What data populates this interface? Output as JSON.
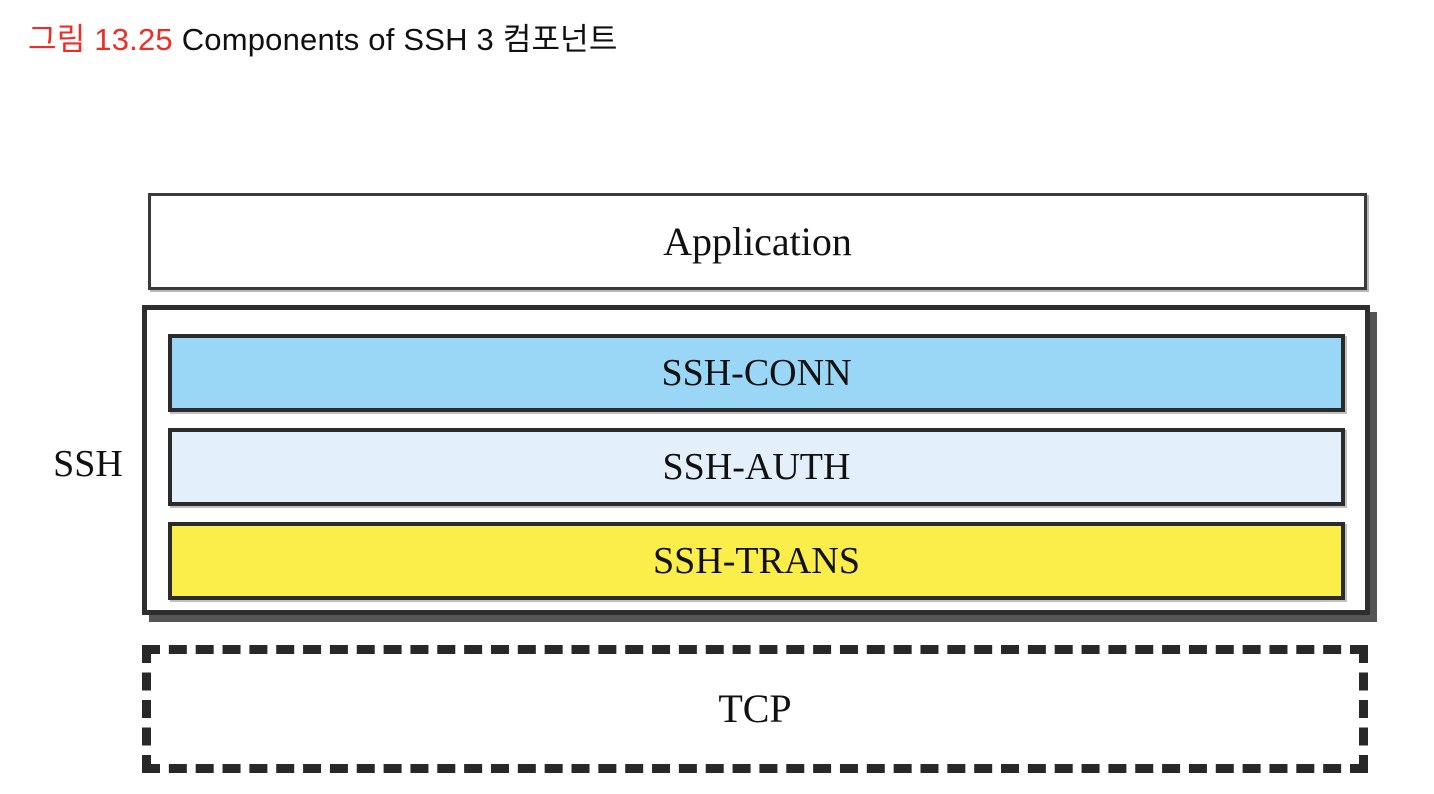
{
  "caption": {
    "figure_word": "그림",
    "figure_number": "13.25",
    "figure_title": "Components of SSH 3 컴포넌트"
  },
  "diagram": {
    "group_label": "SSH",
    "layers": {
      "application": {
        "label": "Application",
        "fill": "#ffffff",
        "border": "#3a3a3a"
      },
      "ssh_conn": {
        "label": "SSH-CONN",
        "fill": "#9ad6f5",
        "border": "#2b2b2b"
      },
      "ssh_auth": {
        "label": "SSH-AUTH",
        "fill": "#e3f0fb",
        "border": "#2b2b2b"
      },
      "ssh_trans": {
        "label": "SSH-TRANS",
        "fill": "#fbee4a",
        "border": "#2b2b2b"
      },
      "tcp": {
        "label": "TCP",
        "fill": "#ffffff",
        "border": "#282828",
        "border_style": "dashed"
      }
    }
  },
  "colors": {
    "caption_red": "#ee2d24",
    "caption_black": "#101010",
    "page_background": "#ffffff",
    "container_border": "#2e2e2e",
    "container_shadow": "#555555"
  }
}
